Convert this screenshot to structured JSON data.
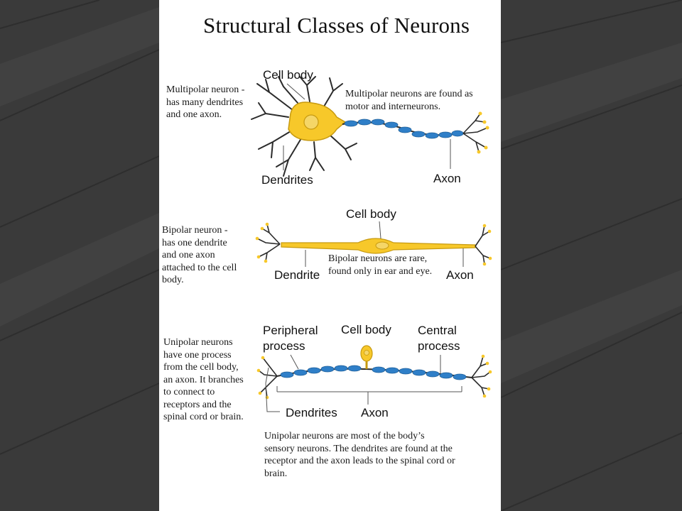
{
  "slide": {
    "title": "Structural Classes of Neurons"
  },
  "multipolar": {
    "description": [
      "Multipolar neuron -",
      "has many dendrites",
      "and one axon."
    ],
    "note": [
      "Multipolar neurons are found as",
      "motor and interneurons."
    ],
    "labels": {
      "cell_body": "Cell body",
      "dendrites": "Dendrites",
      "axon": "Axon"
    }
  },
  "bipolar": {
    "description": [
      "Bipolar neuron -",
      "has one dendrite",
      "and one axon",
      "attached to the cell",
      "body."
    ],
    "note": [
      "Bipolar neurons are rare,",
      "found only in ear and eye."
    ],
    "labels": {
      "cell_body": "Cell body",
      "dendrite": "Dendrite",
      "axon": "Axon"
    }
  },
  "unipolar": {
    "description": [
      "Unipolar neurons",
      "have one process",
      "from the cell body,",
      "an axon.  It branches",
      "to connect to",
      "receptors and the",
      "spinal cord or brain."
    ],
    "note": [
      "Unipolar neurons are most of the body’s",
      "sensory neurons.  The dendrites are found at the",
      "receptor and the axon leads to the spinal cord or",
      "brain."
    ],
    "labels": {
      "peripheral_1": "Peripheral",
      "peripheral_2": "process",
      "cell_body": "Cell body",
      "central_1": "Central",
      "central_2": "process",
      "dendrites": "Dendrites",
      "axon": "Axon"
    }
  },
  "colors": {
    "slide_bg": "#ffffff",
    "page_bg": "#3a3a3a",
    "cell_body": "#f7c82a",
    "axon_myelin": "#2f7fc8",
    "dendrite": "#2b2b2b"
  }
}
